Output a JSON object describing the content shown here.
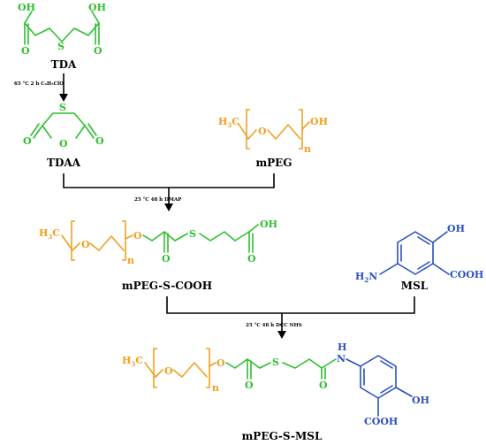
{
  "compounds": {
    "tda": "TDA",
    "tdaa": "TDAA",
    "mpeg": "mPEG",
    "mpeg_s_cooh": "mPEG-S-COOH",
    "msl": "MSL",
    "mpeg_s_msl": "mPEG-S-MSL"
  },
  "atoms": {
    "oh": "OH",
    "o": "O",
    "s": "S",
    "n_repeat": "n",
    "ch3_main": "H",
    "ch3_sub": "3",
    "ch3_c": "C",
    "amine_h": "H",
    "amine_sub": "2",
    "amine_n": "N",
    "cooh": "COOH",
    "nh_h": "H",
    "nh_n": "N"
  },
  "conditions": {
    "step1": "65 °C 2 h  C₆H₅ClO",
    "step2": "25 °C 48 h  DMAP",
    "step3": "25 °C 48 h  DCC NHS"
  },
  "colors": {
    "green": "#2dbf2d",
    "orange": "#f0a020",
    "blue": "#2a4fbf",
    "black": "#000000"
  }
}
